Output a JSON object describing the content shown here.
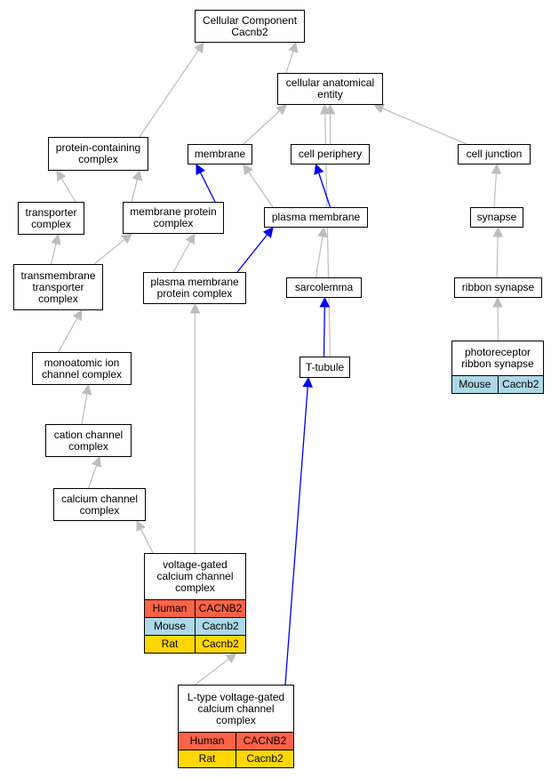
{
  "colors": {
    "gray_edge": "#bdbdbd",
    "blue_edge": "#0000ee",
    "Human": "#ff6347",
    "Mouse": "#add8e6",
    "Rat": "#ffd700"
  },
  "nodes": {
    "root": {
      "label": "Cellular Component\nCacnb2"
    },
    "cae": {
      "label": "cellular anatomical\nentity"
    },
    "pcc": {
      "label": "protein-containing\ncomplex"
    },
    "membrane": {
      "label": "membrane"
    },
    "cellper": {
      "label": "cell periphery"
    },
    "celljunc": {
      "label": "cell junction"
    },
    "transporter": {
      "label": "transporter\ncomplex"
    },
    "mpc": {
      "label": "membrane protein\ncomplex"
    },
    "pm": {
      "label": "plasma membrane"
    },
    "synapse": {
      "label": "synapse"
    },
    "tmtc": {
      "label": "transmembrane\ntransporter\ncomplex"
    },
    "pmpc": {
      "label": "plasma membrane\nprotein complex"
    },
    "sarco": {
      "label": "sarcolemma"
    },
    "ribbon": {
      "label": "ribbon synapse"
    },
    "photo": {
      "label": "photoreceptor\nribbon synapse",
      "rows": [
        {
          "species": "Mouse",
          "gene": "Cacnb2"
        }
      ]
    },
    "ttub": {
      "label": "T-tubule"
    },
    "moic": {
      "label": "monoatomic ion\nchannel complex"
    },
    "cation": {
      "label": "cation channel\ncomplex"
    },
    "calcium": {
      "label": "calcium channel\ncomplex"
    },
    "vgcc": {
      "label": "voltage-gated\ncalcium channel\ncomplex",
      "rows": [
        {
          "species": "Human",
          "gene": "CACNB2"
        },
        {
          "species": "Mouse",
          "gene": "Cacnb2"
        },
        {
          "species": "Rat",
          "gene": "Cacnb2"
        }
      ]
    },
    "ltype": {
      "label": "L-type voltage-gated\ncalcium channel\ncomplex",
      "rows": [
        {
          "species": "Human",
          "gene": "CACNB2"
        },
        {
          "species": "Rat",
          "gene": "Cacnb2"
        }
      ]
    }
  },
  "edges": [
    {
      "from": "cae",
      "to": "root",
      "color": "gray"
    },
    {
      "from": "pcc",
      "to": "root",
      "color": "gray"
    },
    {
      "from": "membrane",
      "to": "cae",
      "color": "gray"
    },
    {
      "from": "cellper",
      "to": "cae",
      "color": "gray"
    },
    {
      "from": "celljunc",
      "to": "cae",
      "color": "gray"
    },
    {
      "from": "ttub",
      "to": "cae",
      "color": "gray"
    },
    {
      "from": "transporter",
      "to": "pcc",
      "color": "gray"
    },
    {
      "from": "mpc",
      "to": "pcc",
      "color": "gray"
    },
    {
      "from": "mpc",
      "to": "membrane",
      "color": "blue"
    },
    {
      "from": "pm",
      "to": "membrane",
      "color": "gray"
    },
    {
      "from": "pm",
      "to": "cellper",
      "color": "blue"
    },
    {
      "from": "synapse",
      "to": "celljunc",
      "color": "gray"
    },
    {
      "from": "tmtc",
      "to": "transporter",
      "color": "gray"
    },
    {
      "from": "tmtc",
      "to": "mpc",
      "color": "gray"
    },
    {
      "from": "pmpc",
      "to": "mpc",
      "color": "gray"
    },
    {
      "from": "pmpc",
      "to": "pm",
      "color": "blue"
    },
    {
      "from": "sarco",
      "to": "pm",
      "color": "gray"
    },
    {
      "from": "ribbon",
      "to": "synapse",
      "color": "gray"
    },
    {
      "from": "photo",
      "to": "ribbon",
      "color": "gray"
    },
    {
      "from": "ttub",
      "to": "sarco",
      "color": "blue"
    },
    {
      "from": "moic",
      "to": "tmtc",
      "color": "gray"
    },
    {
      "from": "cation",
      "to": "moic",
      "color": "gray"
    },
    {
      "from": "calcium",
      "to": "cation",
      "color": "gray"
    },
    {
      "from": "vgcc",
      "to": "calcium",
      "color": "gray"
    },
    {
      "from": "vgcc",
      "to": "pmpc",
      "color": "gray"
    },
    {
      "from": "ltype",
      "to": "vgcc",
      "color": "gray"
    },
    {
      "from": "ltype",
      "to": "ttub",
      "color": "blue"
    }
  ]
}
